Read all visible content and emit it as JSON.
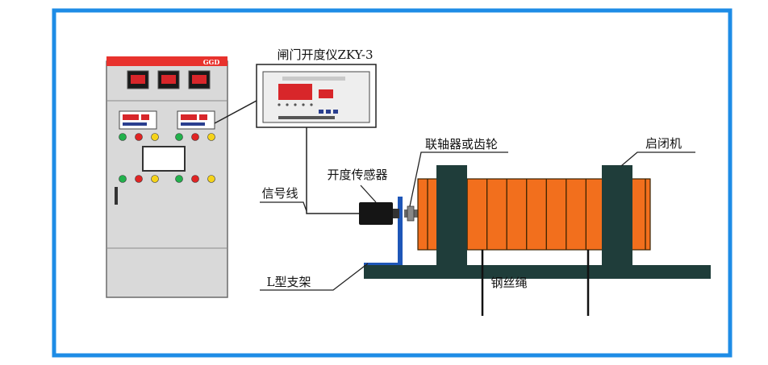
{
  "colors": {
    "frame": "#1e8ce6",
    "cabinet_body": "#d9d9d9",
    "cabinet_top": "#e8322d",
    "display_red": "#d8262a",
    "drum_orange": "#f26f1d",
    "bracket_dark": "#1f3d3a",
    "support_blue": "#1e56b8",
    "sensor_black": "#151515"
  },
  "cabinet": {
    "brand": "GGD",
    "indicator_lights_row1": [
      "green",
      "red",
      "yellow",
      "green",
      "red",
      "yellow"
    ],
    "indicator_lights_row2": [
      "green",
      "red",
      "yellow",
      "green",
      "red",
      "yellow"
    ]
  },
  "labels": {
    "instrument": "闸门开度仪ZKY-3",
    "coupling": "联轴器或齿轮",
    "hoist": "启闭机",
    "sensor": "开度传感器",
    "signal_wire": "信号线",
    "bracket": "L型支架",
    "wire_rope": "钢丝绳"
  },
  "drum": {
    "groove_count": 11
  }
}
